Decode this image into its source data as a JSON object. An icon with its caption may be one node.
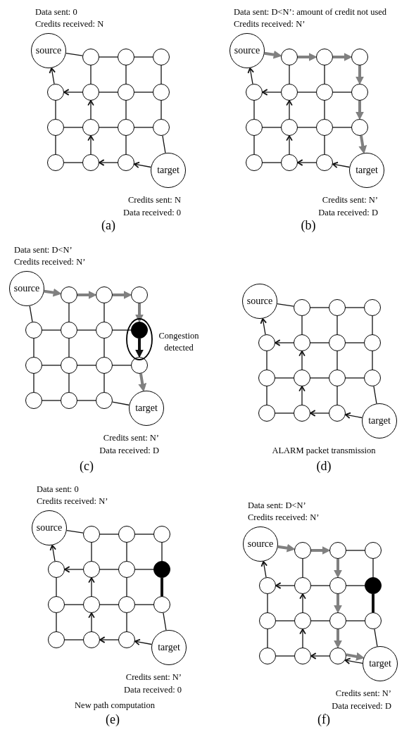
{
  "diagram": {
    "nodes": [
      {
        "text": [
          "source"
        ]
      },
      {
        "text": [],
        "shape": "circle"
      },
      {
        "text": [],
        "shape": "circle"
      },
      {
        "text": [],
        "shape": "circle"
      },
      {
        "text": [],
        "shape": "circle"
      },
      {
        "text": [],
        "shape": "circle"
      },
      {
        "text": [],
        "shape": "circle"
      },
      {
        "text": [],
        "shape": "circle"
      },
      {
        "text": [],
        "shape": "circle"
      },
      {
        "text": [],
        "shape": "circle"
      },
      {
        "text": [],
        "shape": "circle"
      },
      {
        "text": [],
        "shape": "circle"
      },
      {
        "text": [],
        "shape": "circle"
      },
      {
        "text": [],
        "shape": "circle"
      },
      {
        "text": [],
        "shape": "circle"
      },
      {
        "text": [
          "target"
        ]
      },
      {
        "text": [
          "source"
        ]
      },
      {
        "text": [],
        "shape": "circle"
      },
      {
        "text": [],
        "shape": "circle"
      },
      {
        "text": [],
        "shape": "circle"
      },
      {
        "text": [],
        "shape": "circle"
      },
      {
        "text": [],
        "shape": "circle"
      },
      {
        "text": [],
        "shape": "circle"
      },
      {
        "text": [],
        "shape": "circle"
      },
      {
        "text": [],
        "shape": "circle"
      },
      {
        "text": [],
        "shape": "circle"
      },
      {
        "text": [],
        "shape": "circle"
      },
      {
        "text": [],
        "shape": "circle"
      },
      {
        "text": [],
        "shape": "circle"
      },
      {
        "text": [],
        "shape": "circle"
      },
      {
        "text": [],
        "shape": "circle"
      },
      {
        "text": [
          "target"
        ]
      },
      {
        "text": [
          "source"
        ]
      },
      {
        "text": [],
        "shape": "circle"
      },
      {
        "text": [],
        "shape": "circle"
      },
      {
        "text": [],
        "shape": "circle"
      },
      {
        "text": [],
        "shape": "circle"
      },
      {
        "text": [],
        "shape": "circle"
      },
      {
        "text": [],
        "shape": "circle"
      },
      {
        "text": [],
        "shape": "dot"
      },
      {
        "text": [],
        "shape": "circle"
      },
      {
        "text": [],
        "shape": "circle"
      },
      {
        "text": [],
        "shape": "circle"
      },
      {
        "text": [],
        "shape": "circle"
      },
      {
        "text": [],
        "shape": "circle"
      },
      {
        "text": [],
        "shape": "circle"
      },
      {
        "text": [],
        "shape": "circle"
      },
      {
        "text": [
          "target"
        ]
      },
      {
        "text": [
          "source"
        ]
      },
      {
        "text": [],
        "shape": "circle"
      },
      {
        "text": [],
        "shape": "circle"
      },
      {
        "text": [],
        "shape": "circle"
      },
      {
        "text": [],
        "shape": "circle"
      },
      {
        "text": [],
        "shape": "circle"
      },
      {
        "text": [],
        "shape": "circle"
      },
      {
        "text": [],
        "shape": "circle"
      },
      {
        "text": [],
        "shape": "circle"
      },
      {
        "text": [],
        "shape": "circle"
      },
      {
        "text": [],
        "shape": "circle"
      },
      {
        "text": [],
        "shape": "circle"
      },
      {
        "text": [],
        "shape": "circle"
      },
      {
        "text": [],
        "shape": "circle"
      },
      {
        "text": [],
        "shape": "circle"
      },
      {
        "text": [
          "target"
        ]
      },
      {
        "text": [
          "source"
        ]
      },
      {
        "text": [],
        "shape": "circle"
      },
      {
        "text": [],
        "shape": "circle"
      },
      {
        "text": [],
        "shape": "circle"
      },
      {
        "text": [],
        "shape": "circle"
      },
      {
        "text": [],
        "shape": "circle"
      },
      {
        "text": [],
        "shape": "circle"
      },
      {
        "text": [],
        "shape": "dot"
      },
      {
        "text": [],
        "shape": "circle"
      },
      {
        "text": [],
        "shape": "circle"
      },
      {
        "text": [],
        "shape": "circle"
      },
      {
        "text": [],
        "shape": "circle"
      },
      {
        "text": [],
        "shape": "circle"
      },
      {
        "text": [],
        "shape": "circle"
      },
      {
        "text": [],
        "shape": "circle"
      },
      {
        "text": [
          "target"
        ]
      },
      {
        "text": [
          "source"
        ]
      },
      {
        "text": [],
        "shape": "circle"
      },
      {
        "text": [],
        "shape": "circle"
      },
      {
        "text": [],
        "shape": "circle"
      },
      {
        "text": [],
        "shape": "circle"
      },
      {
        "text": [],
        "shape": "circle"
      },
      {
        "text": [],
        "shape": "circle"
      },
      {
        "text": [],
        "shape": "dot"
      },
      {
        "text": [],
        "shape": "circle"
      },
      {
        "text": [],
        "shape": "circle"
      },
      {
        "text": [],
        "shape": "circle"
      },
      {
        "text": [],
        "shape": "circle"
      },
      {
        "text": [],
        "shape": "circle"
      },
      {
        "text": [],
        "shape": "circle"
      },
      {
        "text": [],
        "shape": "circle"
      },
      {
        "text": [
          "target"
        ]
      }
    ],
    "edges": [
      {
        "from": 0,
        "to": 1,
        "arrow": "none"
      },
      {
        "from": 1,
        "to": 2,
        "arrow": "none"
      },
      {
        "from": 2,
        "to": 3,
        "arrow": "none"
      },
      {
        "from": 5,
        "to": 4,
        "arrow": "to"
      },
      {
        "from": 5,
        "to": 6,
        "arrow": "none"
      },
      {
        "from": 6,
        "to": 7,
        "arrow": "none"
      },
      {
        "from": 8,
        "to": 9,
        "arrow": "none"
      },
      {
        "from": 9,
        "to": 10,
        "arrow": "none"
      },
      {
        "from": 10,
        "to": 11,
        "arrow": "none"
      },
      {
        "from": 12,
        "to": 13,
        "arrow": "none"
      },
      {
        "from": 14,
        "to": 13,
        "arrow": "to"
      },
      {
        "from": 15,
        "to": 14,
        "arrow": "to"
      },
      {
        "from": 4,
        "to": 0,
        "arrow": "to"
      },
      {
        "from": 4,
        "to": 8,
        "arrow": "none"
      },
      {
        "from": 8,
        "to": 12,
        "arrow": "none"
      },
      {
        "from": 1,
        "to": 5,
        "arrow": "none"
      },
      {
        "from": 9,
        "to": 5,
        "arrow": "to"
      },
      {
        "from": 13,
        "to": 9,
        "arrow": "to"
      },
      {
        "from": 2,
        "to": 6,
        "arrow": "none"
      },
      {
        "from": 6,
        "to": 10,
        "arrow": "none"
      },
      {
        "from": 10,
        "to": 14,
        "arrow": "none"
      },
      {
        "from": 3,
        "to": 7,
        "arrow": "none"
      },
      {
        "from": 7,
        "to": 11,
        "arrow": "none"
      },
      {
        "from": 11,
        "to": 15,
        "arrow": "none"
      },
      {
        "from": 16,
        "to": 17,
        "arrow": "to",
        "style": "thick",
        "color": "#808080"
      },
      {
        "from": 17,
        "to": 18,
        "arrow": "to",
        "style": "thick",
        "color": "#808080"
      },
      {
        "from": 18,
        "to": 19,
        "arrow": "to",
        "style": "thick",
        "color": "#808080"
      },
      {
        "from": 21,
        "to": 20,
        "arrow": "to"
      },
      {
        "from": 21,
        "to": 22,
        "arrow": "none"
      },
      {
        "from": 22,
        "to": 23,
        "arrow": "none"
      },
      {
        "from": 24,
        "to": 25,
        "arrow": "none"
      },
      {
        "from": 25,
        "to": 26,
        "arrow": "none"
      },
      {
        "from": 26,
        "to": 27,
        "arrow": "none"
      },
      {
        "from": 28,
        "to": 29,
        "arrow": "none"
      },
      {
        "from": 30,
        "to": 29,
        "arrow": "to"
      },
      {
        "from": 31,
        "to": 30,
        "arrow": "to"
      },
      {
        "from": 20,
        "to": 16,
        "arrow": "to"
      },
      {
        "from": 20,
        "to": 24,
        "arrow": "none"
      },
      {
        "from": 24,
        "to": 28,
        "arrow": "none"
      },
      {
        "from": 17,
        "to": 21,
        "arrow": "none"
      },
      {
        "from": 25,
        "to": 21,
        "arrow": "to"
      },
      {
        "from": 29,
        "to": 25,
        "arrow": "to"
      },
      {
        "from": 18,
        "to": 22,
        "arrow": "none"
      },
      {
        "from": 22,
        "to": 26,
        "arrow": "none"
      },
      {
        "from": 26,
        "to": 30,
        "arrow": "none"
      },
      {
        "from": 19,
        "to": 23,
        "arrow": "to",
        "style": "thick",
        "color": "#808080"
      },
      {
        "from": 23,
        "to": 27,
        "arrow": "to",
        "style": "thick",
        "color": "#808080"
      },
      {
        "from": 27,
        "to": 31,
        "arrow": "to",
        "style": "thick",
        "color": "#808080"
      },
      {
        "from": 32,
        "to": 33,
        "arrow": "to",
        "style": "thick",
        "color": "#808080"
      },
      {
        "from": 33,
        "to": 34,
        "arrow": "to",
        "style": "thick",
        "color": "#808080"
      },
      {
        "from": 34,
        "to": 35,
        "arrow": "to",
        "style": "thick",
        "color": "#808080"
      },
      {
        "from": 36,
        "to": 37,
        "arrow": "none"
      },
      {
        "from": 37,
        "to": 38,
        "arrow": "none"
      },
      {
        "from": 38,
        "to": 39,
        "arrow": "none"
      },
      {
        "from": 40,
        "to": 41,
        "arrow": "none"
      },
      {
        "from": 41,
        "to": 42,
        "arrow": "none"
      },
      {
        "from": 42,
        "to": 43,
        "arrow": "none"
      },
      {
        "from": 44,
        "to": 45,
        "arrow": "none"
      },
      {
        "from": 45,
        "to": 46,
        "arrow": "none"
      },
      {
        "from": 46,
        "to": 47,
        "arrow": "none"
      },
      {
        "from": 32,
        "to": 36,
        "arrow": "none"
      },
      {
        "from": 36,
        "to": 40,
        "arrow": "none"
      },
      {
        "from": 40,
        "to": 44,
        "arrow": "none"
      },
      {
        "from": 33,
        "to": 37,
        "arrow": "none"
      },
      {
        "from": 37,
        "to": 41,
        "arrow": "none"
      },
      {
        "from": 41,
        "to": 45,
        "arrow": "none"
      },
      {
        "from": 34,
        "to": 38,
        "arrow": "none"
      },
      {
        "from": 38,
        "to": 42,
        "arrow": "none"
      },
      {
        "from": 42,
        "to": 46,
        "arrow": "none"
      },
      {
        "from": 35,
        "to": 39,
        "arrow": "to",
        "style": "thick",
        "color": "#808080"
      },
      {
        "from": 39,
        "to": 43,
        "arrow": "to",
        "style": "thick"
      },
      {
        "from": 43,
        "to": 47,
        "arrow": "to",
        "style": "thick",
        "color": "#808080"
      },
      {
        "from": 48,
        "to": 49,
        "arrow": "none"
      },
      {
        "from": 49,
        "to": 50,
        "arrow": "none"
      },
      {
        "from": 50,
        "to": 51,
        "arrow": "none"
      },
      {
        "from": 53,
        "to": 52,
        "arrow": "to"
      },
      {
        "from": 53,
        "to": 54,
        "arrow": "none"
      },
      {
        "from": 54,
        "to": 55,
        "arrow": "none"
      },
      {
        "from": 56,
        "to": 57,
        "arrow": "none"
      },
      {
        "from": 57,
        "to": 58,
        "arrow": "none"
      },
      {
        "from": 58,
        "to": 59,
        "arrow": "none"
      },
      {
        "from": 60,
        "to": 61,
        "arrow": "none"
      },
      {
        "from": 62,
        "to": 61,
        "arrow": "to"
      },
      {
        "from": 63,
        "to": 62,
        "arrow": "to"
      },
      {
        "from": 52,
        "to": 48,
        "arrow": "to"
      },
      {
        "from": 52,
        "to": 56,
        "arrow": "none"
      },
      {
        "from": 56,
        "to": 60,
        "arrow": "none"
      },
      {
        "from": 49,
        "to": 53,
        "arrow": "none"
      },
      {
        "from": 57,
        "to": 53,
        "arrow": "to"
      },
      {
        "from": 61,
        "to": 57,
        "arrow": "to"
      },
      {
        "from": 50,
        "to": 54,
        "arrow": "none"
      },
      {
        "from": 54,
        "to": 58,
        "arrow": "none"
      },
      {
        "from": 58,
        "to": 62,
        "arrow": "none"
      },
      {
        "from": 51,
        "to": 55,
        "arrow": "none"
      },
      {
        "from": 55,
        "to": 59,
        "arrow": "none"
      },
      {
        "from": 59,
        "to": 63,
        "arrow": "none"
      },
      {
        "from": 64,
        "to": 65,
        "arrow": "none"
      },
      {
        "from": 65,
        "to": 66,
        "arrow": "none"
      },
      {
        "from": 66,
        "to": 67,
        "arrow": "none"
      },
      {
        "from": 69,
        "to": 68,
        "arrow": "to"
      },
      {
        "from": 69,
        "to": 70,
        "arrow": "none"
      },
      {
        "from": 70,
        "to": 71,
        "arrow": "none"
      },
      {
        "from": 72,
        "to": 73,
        "arrow": "none"
      },
      {
        "from": 73,
        "to": 74,
        "arrow": "none"
      },
      {
        "from": 74,
        "to": 75,
        "arrow": "none"
      },
      {
        "from": 76,
        "to": 77,
        "arrow": "none"
      },
      {
        "from": 78,
        "to": 77,
        "arrow": "to"
      },
      {
        "from": 79,
        "to": 78,
        "arrow": "to"
      },
      {
        "from": 68,
        "to": 64,
        "arrow": "to"
      },
      {
        "from": 68,
        "to": 72,
        "arrow": "none"
      },
      {
        "from": 72,
        "to": 76,
        "arrow": "none"
      },
      {
        "from": 65,
        "to": 69,
        "arrow": "none"
      },
      {
        "from": 73,
        "to": 69,
        "arrow": "to"
      },
      {
        "from": 77,
        "to": 73,
        "arrow": "to"
      },
      {
        "from": 66,
        "to": 70,
        "arrow": "none"
      },
      {
        "from": 70,
        "to": 74,
        "arrow": "none"
      },
      {
        "from": 74,
        "to": 78,
        "arrow": "none"
      },
      {
        "from": 67,
        "to": 71,
        "arrow": "none"
      },
      {
        "from": 71,
        "to": 75,
        "arrow": "none",
        "style": "thick"
      },
      {
        "from": 75,
        "to": 79,
        "arrow": "none"
      },
      {
        "from": 80,
        "to": 81,
        "arrow": "to",
        "style": "thick",
        "color": "#808080"
      },
      {
        "from": 81,
        "to": 82,
        "arrow": "to",
        "style": "thick",
        "color": "#808080"
      },
      {
        "from": 82,
        "to": 83,
        "arrow": "none"
      },
      {
        "from": 85,
        "to": 84,
        "arrow": "to"
      },
      {
        "from": 85,
        "to": 86,
        "arrow": "none"
      },
      {
        "from": 86,
        "to": 87,
        "arrow": "none"
      },
      {
        "from": 88,
        "to": 89,
        "arrow": "none"
      },
      {
        "from": 89,
        "to": 90,
        "arrow": "none"
      },
      {
        "from": 90,
        "to": 91,
        "arrow": "none"
      },
      {
        "from": 92,
        "to": 93,
        "arrow": "none"
      },
      {
        "from": 94,
        "to": 93,
        "arrow": "to"
      },
      {
        "from": 94,
        "to": 95,
        "arrow": "to",
        "style": "thick",
        "color": "#808080"
      },
      {
        "from": 95,
        "to": 94,
        "arrow": "to"
      },
      {
        "from": 84,
        "to": 80,
        "arrow": "to"
      },
      {
        "from": 84,
        "to": 88,
        "arrow": "none"
      },
      {
        "from": 88,
        "to": 92,
        "arrow": "none"
      },
      {
        "from": 81,
        "to": 85,
        "arrow": "none"
      },
      {
        "from": 89,
        "to": 85,
        "arrow": "to"
      },
      {
        "from": 93,
        "to": 89,
        "arrow": "to"
      },
      {
        "from": 82,
        "to": 86,
        "arrow": "to",
        "style": "thick",
        "color": "#808080"
      },
      {
        "from": 86,
        "to": 90,
        "arrow": "to",
        "style": "thick",
        "color": "#808080"
      },
      {
        "from": 90,
        "to": 94,
        "arrow": "to",
        "style": "thick",
        "color": "#808080"
      },
      {
        "from": 83,
        "to": 87,
        "arrow": "none"
      },
      {
        "from": 87,
        "to": 91,
        "arrow": "none",
        "style": "thick"
      },
      {
        "from": 91,
        "to": 95,
        "arrow": "none"
      }
    ],
    "labels": [
      "Data sent: 0",
      "Credits received: N",
      "Data sent: D<N’: amount of credit not used",
      "Credits received: N’",
      "Credits sent: N",
      "Data received: 0",
      "Credits sent: N’",
      "Data received: D",
      "(a)",
      "(b)",
      "Data sent: D<N’",
      "Credits received: N’",
      "Congestion detected",
      "Credits sent: N’",
      "Data received: D",
      "ALARM packet transmission",
      "(c)",
      "(d)",
      "Data sent: 0",
      "Credits received: N’",
      "Data sent: D<N’",
      "Credits received: N’",
      "Credits sent: N’",
      "Data received: 0",
      "New path computation",
      "Credits sent: N’",
      "Data received: D",
      "(e)",
      "(f)"
    ]
  }
}
